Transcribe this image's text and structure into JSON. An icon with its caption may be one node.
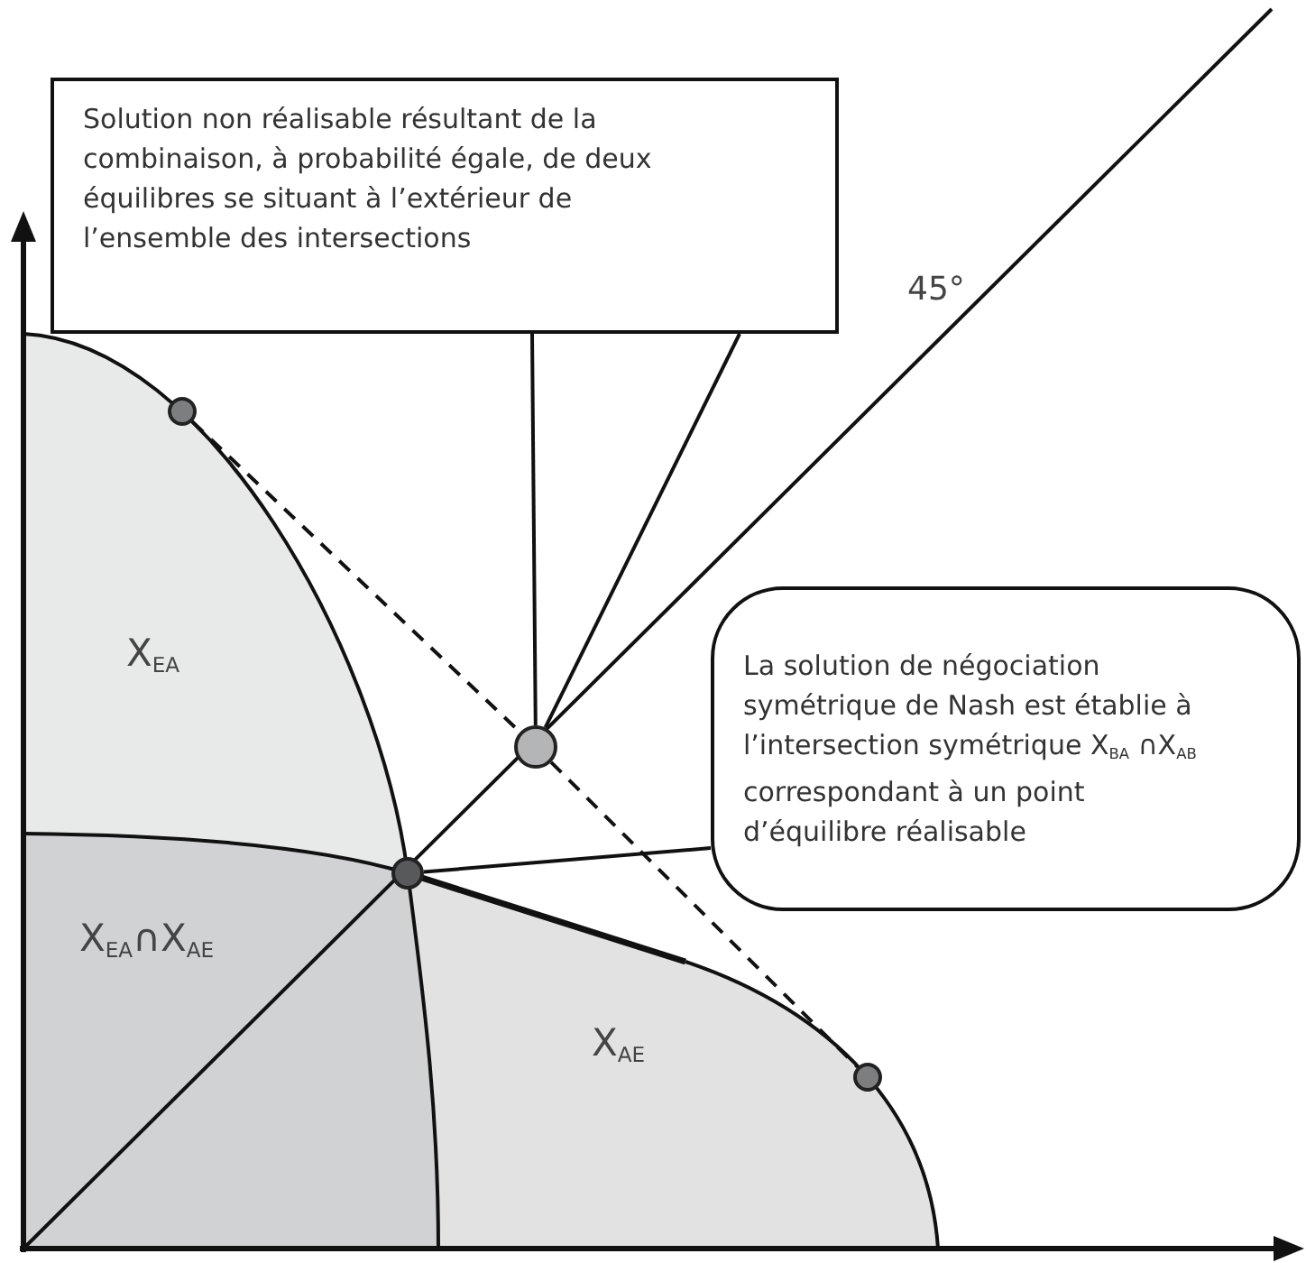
{
  "diagram": {
    "nodes": [
      {
        "text": [
          "Solution non réalisable résultant de la combinaison, à probabilité égale, de deux équilibres se situant à l’extérieur de l’ensemble des intersections"
        ]
      },
      {
        "text": [],
        "shape": "circle"
      },
      {
        "text": [],
        "shape": "circle"
      },
      {
        "text": [
          "La solution de négociation symétrique de Nash est établie à l’intersection symétrique X$_{BA}$ ∩X$_{AB}$ correspondant à un point d’équilibre réalisable"
        ]
      },
      {
        "text": [],
        "shape": "circle"
      },
      {
        "text": [],
        "shape": "circle"
      }
    ],
    "edges": [
      {
        "from": 0,
        "to": 2,
        "arrow": "none"
      },
      {
        "from": 0,
        "to": 2,
        "arrow": "none"
      },
      {
        "from": 3,
        "to": 4,
        "arrow": "none"
      },
      {
        "from": 1,
        "to": 2,
        "arrow": "none",
        "style": "dashed"
      },
      {
        "from": 2,
        "to": 5,
        "arrow": "none",
        "style": "dashed"
      }
    ],
    "labels": [
      "45°",
      "X$_{EA}$",
      "X$_{EA}$∩X$_{AE}$",
      "X$_{AE}$"
    ]
  }
}
